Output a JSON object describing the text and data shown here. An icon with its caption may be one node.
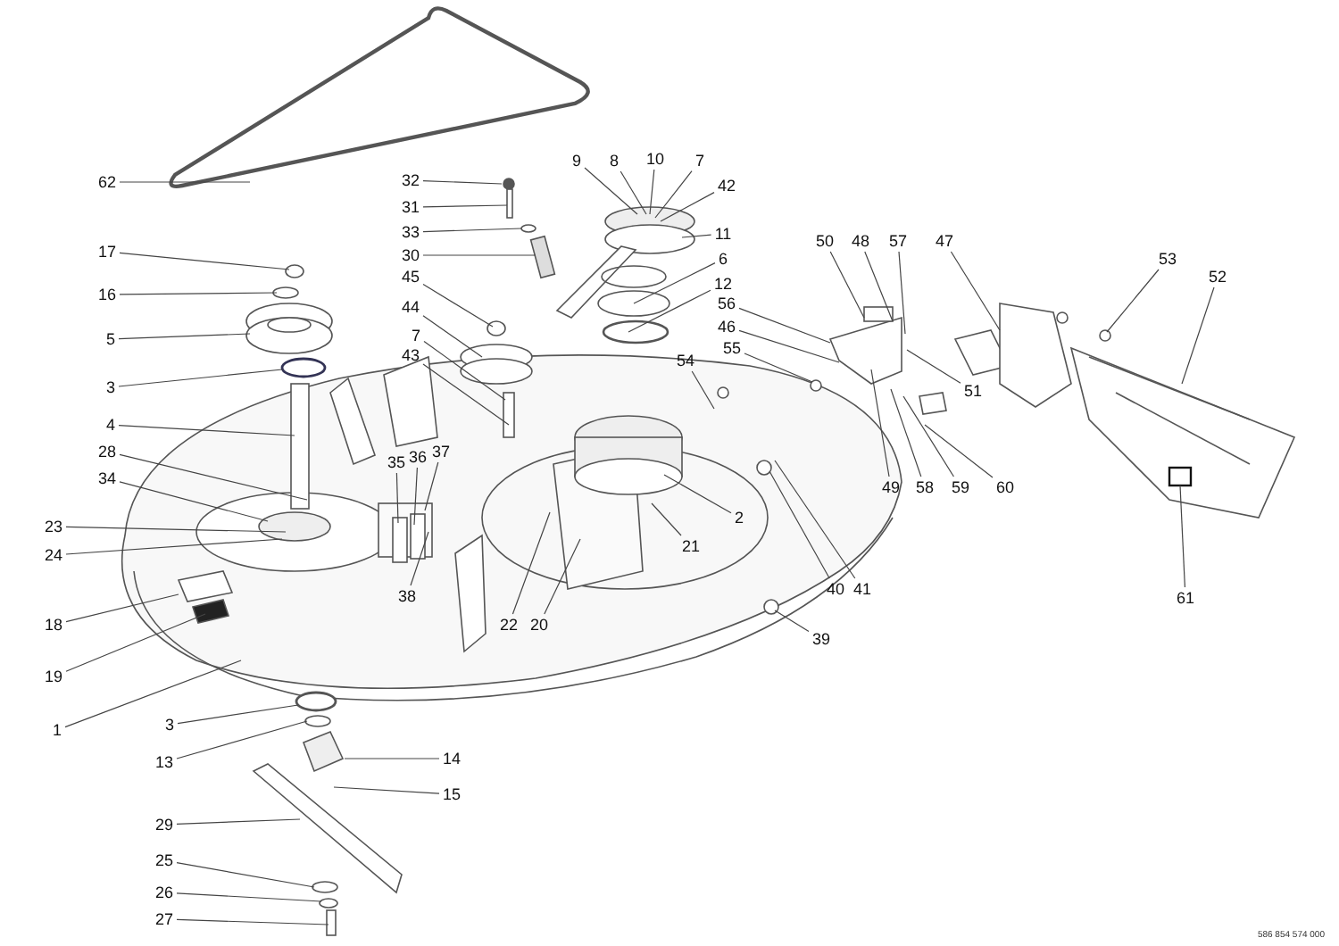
{
  "diagram": {
    "nodes": [
      {
        "text": [
          "62"
        ]
      },
      {
        "text": [
          "17"
        ]
      },
      {
        "text": [
          "16"
        ]
      },
      {
        "text": [
          "5"
        ]
      },
      {
        "text": [
          "3"
        ]
      },
      {
        "text": [
          "4"
        ]
      },
      {
        "text": [
          "28"
        ]
      },
      {
        "text": [
          "34"
        ]
      },
      {
        "text": [
          "23"
        ]
      },
      {
        "text": [
          "24"
        ]
      },
      {
        "text": [
          "18"
        ]
      },
      {
        "text": [
          "19"
        ]
      },
      {
        "text": [
          "1"
        ]
      },
      {
        "text": [
          "3"
        ]
      },
      {
        "text": [
          "13"
        ]
      },
      {
        "text": [
          "14"
        ]
      },
      {
        "text": [
          "15"
        ]
      },
      {
        "text": [
          "29"
        ]
      },
      {
        "text": [
          "25"
        ]
      },
      {
        "text": [
          "26"
        ]
      },
      {
        "text": [
          "27"
        ]
      },
      {
        "text": [
          "32"
        ]
      },
      {
        "text": [
          "31"
        ]
      },
      {
        "text": [
          "33"
        ]
      },
      {
        "text": [
          "30"
        ]
      },
      {
        "text": [
          "45"
        ]
      },
      {
        "text": [
          "44"
        ]
      },
      {
        "text": [
          "7"
        ]
      },
      {
        "text": [
          "43"
        ]
      },
      {
        "text": [
          "9"
        ]
      },
      {
        "text": [
          "8"
        ]
      },
      {
        "text": [
          "10"
        ]
      },
      {
        "text": [
          "7"
        ]
      },
      {
        "text": [
          "42"
        ]
      },
      {
        "text": [
          "11"
        ]
      },
      {
        "text": [
          "6"
        ]
      },
      {
        "text": [
          "12"
        ]
      },
      {
        "text": [
          "35"
        ]
      },
      {
        "text": [
          "36"
        ]
      },
      {
        "text": [
          "37"
        ]
      },
      {
        "text": [
          "38"
        ]
      },
      {
        "text": [
          "54"
        ]
      },
      {
        "text": [
          "56"
        ]
      },
      {
        "text": [
          "46"
        ]
      },
      {
        "text": [
          "55"
        ]
      },
      {
        "text": [
          "22"
        ]
      },
      {
        "text": [
          "20"
        ]
      },
      {
        "text": [
          "21"
        ]
      },
      {
        "text": [
          "2"
        ]
      },
      {
        "text": [
          "40"
        ]
      },
      {
        "text": [
          "41"
        ]
      },
      {
        "text": [
          "39"
        ]
      },
      {
        "text": [
          "50"
        ]
      },
      {
        "text": [
          "48"
        ]
      },
      {
        "text": [
          "57"
        ]
      },
      {
        "text": [
          "47"
        ]
      },
      {
        "text": [
          "51"
        ]
      },
      {
        "text": [
          "49"
        ]
      },
      {
        "text": [
          "58"
        ]
      },
      {
        "text": [
          "59"
        ]
      },
      {
        "text": [
          "60"
        ]
      },
      {
        "text": [
          "53"
        ]
      },
      {
        "text": [
          "52"
        ]
      },
      {
        "text": [
          "61"
        ]
      }
    ],
    "edges": [
      {
        "from": 0,
        "to": null,
        "arrow": "none"
      },
      {
        "from": 1,
        "to": null,
        "arrow": "none"
      },
      {
        "from": 2,
        "to": null,
        "arrow": "none"
      },
      {
        "from": 3,
        "to": null,
        "arrow": "none"
      },
      {
        "from": 4,
        "to": null,
        "arrow": "none"
      },
      {
        "from": 5,
        "to": null,
        "arrow": "none"
      },
      {
        "from": 6,
        "to": null,
        "arrow": "none"
      },
      {
        "from": 7,
        "to": null,
        "arrow": "none"
      },
      {
        "from": 8,
        "to": null,
        "arrow": "none"
      },
      {
        "from": 9,
        "to": null,
        "arrow": "none"
      },
      {
        "from": 10,
        "to": null,
        "arrow": "none"
      },
      {
        "from": 11,
        "to": null,
        "arrow": "none"
      },
      {
        "from": 12,
        "to": null,
        "arrow": "none"
      },
      {
        "from": 13,
        "to": null,
        "arrow": "none"
      },
      {
        "from": 14,
        "to": null,
        "arrow": "none"
      },
      {
        "from": 15,
        "to": null,
        "arrow": "none"
      },
      {
        "from": 16,
        "to": null,
        "arrow": "none"
      },
      {
        "from": 17,
        "to": null,
        "arrow": "none"
      },
      {
        "from": 18,
        "to": null,
        "arrow": "none"
      },
      {
        "from": 19,
        "to": null,
        "arrow": "none"
      },
      {
        "from": 20,
        "to": null,
        "arrow": "none"
      },
      {
        "from": 21,
        "to": null,
        "arrow": "none"
      },
      {
        "from": 22,
        "to": null,
        "arrow": "none"
      },
      {
        "from": 23,
        "to": null,
        "arrow": "none"
      },
      {
        "from": 24,
        "to": null,
        "arrow": "none"
      },
      {
        "from": 25,
        "to": null,
        "arrow": "none"
      },
      {
        "from": 26,
        "to": null,
        "arrow": "none"
      },
      {
        "from": 27,
        "to": null,
        "arrow": "none"
      },
      {
        "from": 28,
        "to": null,
        "arrow": "none"
      },
      {
        "from": 29,
        "to": null,
        "arrow": "none"
      },
      {
        "from": 30,
        "to": null,
        "arrow": "none"
      },
      {
        "from": 31,
        "to": null,
        "arrow": "none"
      },
      {
        "from": 32,
        "to": null,
        "arrow": "none"
      },
      {
        "from": 33,
        "to": null,
        "arrow": "none"
      },
      {
        "from": 34,
        "to": null,
        "arrow": "none"
      },
      {
        "from": 35,
        "to": null,
        "arrow": "none"
      },
      {
        "from": 36,
        "to": null,
        "arrow": "none"
      },
      {
        "from": 37,
        "to": null,
        "arrow": "none"
      },
      {
        "from": 38,
        "to": null,
        "arrow": "none"
      },
      {
        "from": 39,
        "to": null,
        "arrow": "none"
      },
      {
        "from": 40,
        "to": null,
        "arrow": "none"
      },
      {
        "from": 41,
        "to": null,
        "arrow": "none"
      },
      {
        "from": 42,
        "to": null,
        "arrow": "none"
      },
      {
        "from": 43,
        "to": null,
        "arrow": "none"
      },
      {
        "from": 44,
        "to": null,
        "arrow": "none"
      },
      {
        "from": 45,
        "to": null,
        "arrow": "none"
      },
      {
        "from": 46,
        "to": null,
        "arrow": "none"
      },
      {
        "from": 47,
        "to": null,
        "arrow": "none"
      },
      {
        "from": 48,
        "to": null,
        "arrow": "none"
      },
      {
        "from": 49,
        "to": null,
        "arrow": "none"
      },
      {
        "from": 50,
        "to": null,
        "arrow": "none"
      },
      {
        "from": 51,
        "to": null,
        "arrow": "none"
      },
      {
        "from": 52,
        "to": null,
        "arrow": "none"
      },
      {
        "from": 53,
        "to": null,
        "arrow": "none"
      },
      {
        "from": 54,
        "to": null,
        "arrow": "none"
      },
      {
        "from": 55,
        "to": null,
        "arrow": "none"
      },
      {
        "from": 56,
        "to": null,
        "arrow": "none"
      },
      {
        "from": 57,
        "to": null,
        "arrow": "none"
      },
      {
        "from": 58,
        "to": null,
        "arrow": "none"
      },
      {
        "from": 59,
        "to": null,
        "arrow": "none"
      },
      {
        "from": 60,
        "to": null,
        "arrow": "none"
      },
      {
        "from": 61,
        "to": null,
        "arrow": "none"
      },
      {
        "from": 62,
        "to": null,
        "arrow": "none"
      },
      {
        "from": 63,
        "to": null,
        "arrow": "none"
      }
    ],
    "labels": [
      "586 854 574 000"
    ]
  }
}
